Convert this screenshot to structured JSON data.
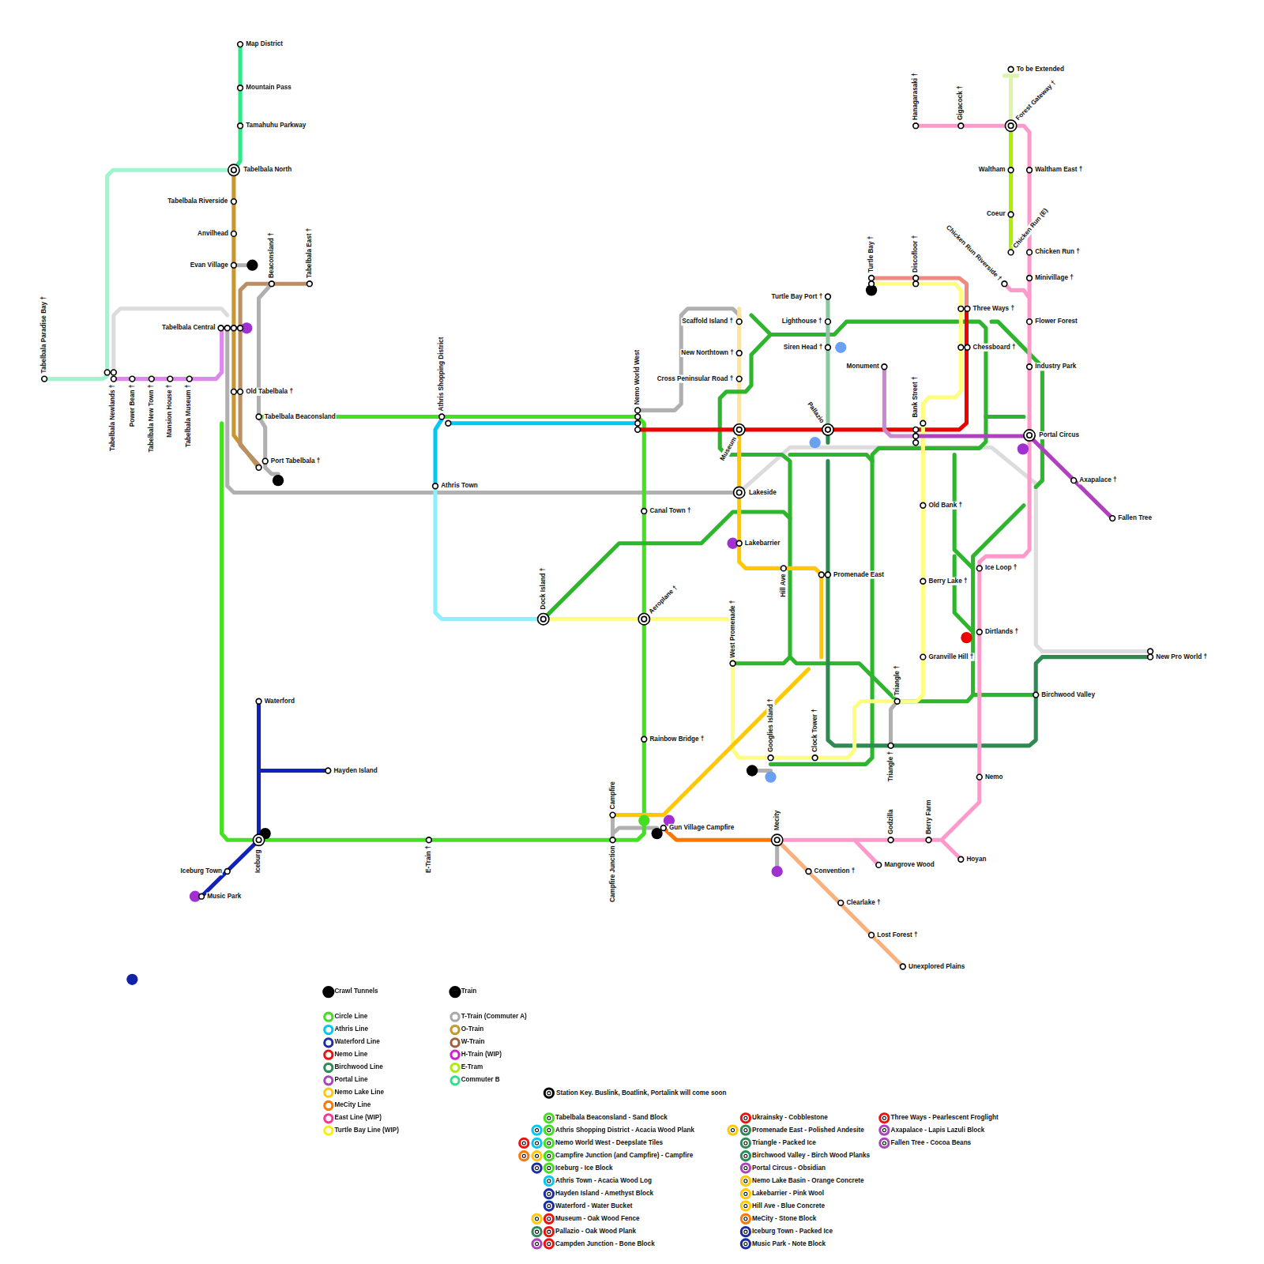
{
  "diagram": {
    "labels": [
      "Map District",
      "Mountain Pass",
      "Tamahuhu Parkway",
      "Tabelbala North",
      "Tabelbala Riverside",
      "Anvilhead",
      "Evan Village",
      "Beaconsland †",
      "Tabelbala East †",
      "Tabelbala Central",
      "Old Tabelbala †",
      "Tabelbala Beaconsland",
      "Port Tabelbala †",
      "Tabelbala Paradise Bay †",
      "Tabelbala Newlands †",
      "Power Bean †",
      "Tabelbala New Town †",
      "Mansion House †",
      "Tabelbala Museum †",
      "Athris Shopping District",
      "Athris Town",
      "Nemo World West",
      "Canal Town †",
      "Dock Island †",
      "Aeroplane †",
      "Rainbow Bridge †",
      "Campfire",
      "Campfire Junction",
      "E-Train †",
      "Iceburg",
      "Waterford",
      "Hayden Island",
      "Iceburg Town",
      "Music Park",
      "Gun Village Campfire",
      "Scaffold Island †",
      "New Northtown †",
      "Cross Peninsular Road †",
      "Museum",
      "Lakeside",
      "Lakebarrier",
      "Hill Ave",
      "Promenade East",
      "West Promenade †",
      "Googlies Island †",
      "Clock Tower †",
      "Mecity",
      "Convention †",
      "Clearlake †",
      "Lost Forest †",
      "Unexplored Plains",
      "Godzilla",
      "Berry Farm",
      "Mangrove Wood",
      "Hoyan",
      "Nemo",
      "Triangle †",
      "Triangle †",
      "Granville Hill †",
      "Berry Lake †",
      "Old Bank †",
      "Bank Street †",
      "Monument",
      "Pallazio",
      "Turtle Bay Port †",
      "Lighthouse †",
      "Siren Head †",
      "Turtle Bay †",
      "Discofloor †",
      "Three Ways †",
      "Chessboard †",
      "Portal Circus",
      "Axapalace †",
      "Fallen Tree",
      "Ice Loop †",
      "Dirtlands †",
      "Birchwood Valley",
      "New Pro World †",
      "Industry Park",
      "Flower Forest",
      "Minivillage †",
      "Chicken Run †",
      "Chicken Run (E)",
      "Chicken Run Riverside †",
      "Coeur",
      "Waltham",
      "Waltham East †",
      "Forest Gateway †",
      "Gigacock †",
      "Hanagarasaki †",
      "To be Extended",
      "Station Key. Buslink, Boatlink, Portalink will come soon",
      "Tabelbala Beaconsland - Sand Block",
      "Athris Shopping District - Acacia Wood Plank",
      "Nemo World West - Deepslate Tiles",
      "Campfire Junction (and Campfire) - Campfire",
      "Iceburg - Ice Block",
      "Athris Town - Acacia Wood Log",
      "Hayden Island - Amethyst Block",
      "Waterford - Water Bucket",
      "Museum - Oak Wood Fence",
      "Pallazio - Oak Wood Plank",
      "Campden Junction - Bone Block",
      "Ukrainsky - Cobblestone",
      "Promenade East - Polished Andesite",
      "Triangle - Packed Ice",
      "Birchwood Valley - Birch Wood Planks",
      "Portal Circus - Obsidian",
      "Nemo Lake Basin - Orange Concrete",
      "Lakebarrier - Pink Wool",
      "Hill Ave - Blue Concrete",
      "MeCity - Stone Block",
      "Iceburg Town - Packed Ice",
      "Music Park - Note Block",
      "Three Ways - Pearlescent Froglight",
      "Axapalace - Lapis Lazuli Block",
      "Fallen Tree - Cocoa Beans"
    ],
    "legend": [
      {
        "text": "Crawl Tunnels",
        "color": "#000000"
      },
      {
        "text": "Circle Line",
        "color": "#44dd22"
      },
      {
        "text": "Athris Line",
        "color": "#00c8f0"
      },
      {
        "text": "Waterford Line",
        "color": "#1a2ea0"
      },
      {
        "text": "Nemo Line",
        "color": "#ee1111"
      },
      {
        "text": "Birchwood Line",
        "color": "#2e8b57"
      },
      {
        "text": "Portal Line",
        "color": "#aa44bb"
      },
      {
        "text": "Nemo Lake Line",
        "color": "#ffc800"
      },
      {
        "text": "MeCity Line",
        "color": "#ff7700"
      },
      {
        "text": "East Line (WIP)",
        "color": "#ff3399"
      },
      {
        "text": "Turtle Bay Line (WIP)",
        "color": "#ffee00"
      },
      {
        "text": "Train",
        "color": "#000000"
      },
      {
        "text": "T-Train (Commuter A)",
        "color": "#aaaaaa"
      },
      {
        "text": "O-Train",
        "color": "#c8962e"
      },
      {
        "text": "W-Train",
        "color": "#a0603a"
      },
      {
        "text": "H-Train (WIP)",
        "color": "#cc22cc"
      },
      {
        "text": "E-Tram",
        "color": "#aaee00"
      },
      {
        "text": "Commuter B",
        "color": "#33e08a"
      }
    ]
  }
}
